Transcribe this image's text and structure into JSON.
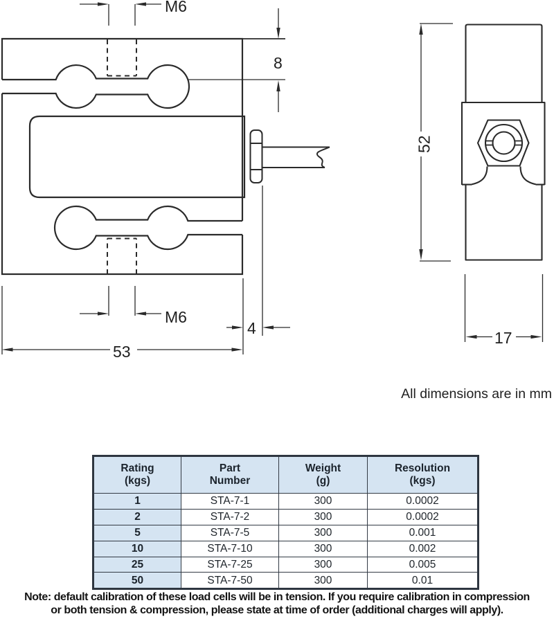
{
  "drawing": {
    "front_view": {
      "m6_top_label": "M6",
      "flange_thickness_label": "8",
      "m6_bottom_label": "M6",
      "gland_offset_label": "4",
      "body_width_label": "53"
    },
    "side_view": {
      "body_height_label": "52",
      "body_depth_label": "17"
    },
    "units_note": "All dimensions are in mm"
  },
  "table": {
    "headers": [
      "Rating\n(kgs)",
      "Part\nNumber",
      "Weight\n(g)",
      "Resolution\n(kgs)"
    ],
    "rows": [
      [
        "1",
        "STA-7-1",
        "300",
        "0.0002"
      ],
      [
        "2",
        "STA-7-2",
        "300",
        "0.0002"
      ],
      [
        "5",
        "STA-7-5",
        "300",
        "0.001"
      ],
      [
        "10",
        "STA-7-10",
        "300",
        "0.002"
      ],
      [
        "25",
        "STA-7-25",
        "300",
        "0.005"
      ],
      [
        "50",
        "STA-7-50",
        "300",
        "0.01"
      ]
    ]
  },
  "note": {
    "line1": "Note: default calibration of these load cells will be in tension. If you require calibration in compression",
    "line2": "or both tension & compression, please state at time of order (additional charges will apply)."
  },
  "colors": {
    "drawing_line": "#2a2a2a",
    "table_header_bg": "#d5e4f2",
    "table_border": "#2e3640",
    "note_text": "#141414"
  }
}
